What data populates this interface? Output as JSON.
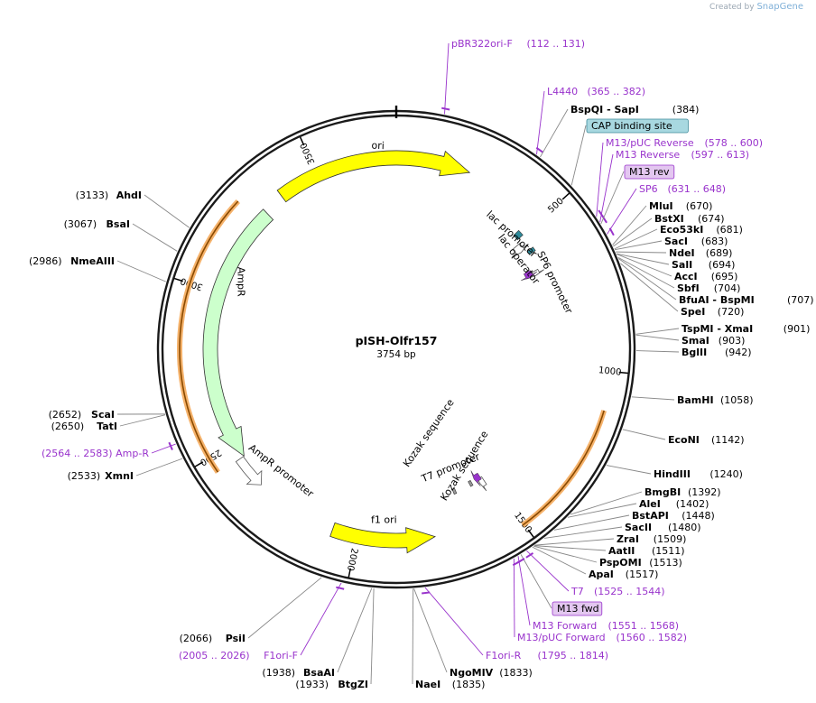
{
  "brand": {
    "prefix": "Created by",
    "name": "SnapGene"
  },
  "plasmid": {
    "name": "pISH-Olfr157",
    "size_label": "3754 bp",
    "length": 3754
  },
  "colors": {
    "backbone": "#1a1a1a",
    "feature_yellow": "#ffff00",
    "feature_green": "#ccffcc",
    "orf_orange": "#f5b26b",
    "primer_purple": "#9933cc",
    "promoter_white": "#ffffff",
    "cap_teal": "#a8d8e0",
    "operator_teal": "#2e8a9a"
  },
  "tick_labels": [
    "500",
    "1000",
    "1500",
    "2000",
    "2500",
    "3000",
    "3500"
  ],
  "features": [
    {
      "name": "ori",
      "label": "ori",
      "type": "arrow",
      "color": "#ffff00",
      "start": 3370,
      "end": 235
    },
    {
      "name": "AmpR",
      "label": "AmpR",
      "type": "arrow-ccw",
      "color": "#ccffcc",
      "start": 2450,
      "end": 3300
    },
    {
      "name": "f1-ori",
      "label": "f1 ori",
      "type": "arrow-ccw",
      "color": "#ffff00",
      "start": 1755,
      "end": 2080
    },
    {
      "name": "ampr-promoter",
      "label": "AmpR promoter",
      "type": "promoter",
      "start": 2345,
      "end": 2450
    },
    {
      "name": "orf-right",
      "label": "",
      "type": "orf",
      "start": 1110,
      "end": 1505
    },
    {
      "name": "orf-left",
      "label": "",
      "type": "orf",
      "start": 2455,
      "end": 3265
    },
    {
      "name": "lac-promoter",
      "label": "lac promoter",
      "type": "promoter",
      "start": 515,
      "end": 545
    },
    {
      "name": "lac-operator",
      "label": "lac operator",
      "type": "box",
      "start": 555,
      "end": 570
    },
    {
      "name": "cap-site",
      "label": "",
      "type": "box",
      "start": 478,
      "end": 500
    },
    {
      "name": "sp6-promoter",
      "label": "SP6 promoter",
      "type": "promoter",
      "start": 631,
      "end": 648
    },
    {
      "name": "t7-promoter",
      "label": "T7 promoter",
      "type": "promoter",
      "start": 1525,
      "end": 1544
    },
    {
      "name": "kozak-1",
      "label": "Kozak sequence",
      "type": "box",
      "start": 1570,
      "end": 1580
    },
    {
      "name": "kozak-2",
      "label": "Kozak sequence",
      "type": "box",
      "start": 1640,
      "end": 1650
    }
  ],
  "labels_right": [
    {
      "id": "pbr322ori-f",
      "name": "pBR322ori-F",
      "range": "(112 .. 131)",
      "kind": "primer",
      "pos": 121,
      "x": 0,
      "y": 0
    },
    {
      "id": "l4440",
      "name": "L4440",
      "range": "(365 .. 382)",
      "kind": "primer",
      "pos": 373
    },
    {
      "id": "bspqi-sapi",
      "name": "BspQI   - SapI",
      "range": "(384)",
      "kind": "enzyme",
      "pos": 384
    },
    {
      "id": "cap-binding-site",
      "name": "CAP binding site",
      "range": "",
      "kind": "boxed-teal",
      "pos": 489
    },
    {
      "id": "m13-puc-reverse",
      "name": "M13/pUC Reverse",
      "range": "(578 .. 600)",
      "kind": "primer",
      "pos": 589
    },
    {
      "id": "m13-reverse",
      "name": "M13 Reverse",
      "range": "(597 .. 613)",
      "kind": "primer",
      "pos": 605
    },
    {
      "id": "m13-rev",
      "name": "M13 rev",
      "range": "",
      "kind": "boxed-purple",
      "pos": 610
    },
    {
      "id": "sp6",
      "name": "SP6",
      "range": "(631 .. 648)",
      "kind": "primer",
      "pos": 640
    },
    {
      "id": "mlui",
      "name": "MluI",
      "range": "(670)",
      "kind": "enzyme",
      "pos": 670
    },
    {
      "id": "bstxi",
      "name": "BstXI",
      "range": "(674)",
      "kind": "enzyme",
      "pos": 674
    },
    {
      "id": "eco53ki",
      "name": "Eco53kI",
      "range": "(681)",
      "kind": "enzyme",
      "pos": 681
    },
    {
      "id": "saci",
      "name": "SacI",
      "range": "(683)",
      "kind": "enzyme",
      "pos": 683
    },
    {
      "id": "ndei",
      "name": "NdeI",
      "range": "(689)",
      "kind": "enzyme",
      "pos": 689
    },
    {
      "id": "sali",
      "name": "SalI",
      "range": "(694)",
      "kind": "enzyme",
      "pos": 694
    },
    {
      "id": "acci",
      "name": "AccI",
      "range": "(695)",
      "kind": "enzyme",
      "pos": 695
    },
    {
      "id": "sbfi",
      "name": "SbfI",
      "range": "(704)",
      "kind": "enzyme",
      "pos": 704
    },
    {
      "id": "bfuai-bspmi",
      "name": "BfuAI   - BspMI",
      "range": "(707)",
      "kind": "enzyme",
      "pos": 707
    },
    {
      "id": "spei",
      "name": "SpeI",
      "range": "(720)",
      "kind": "enzyme",
      "pos": 720
    },
    {
      "id": "tspmi-xmai",
      "name": "TspMI   - XmaI",
      "range": "(901)",
      "kind": "enzyme",
      "pos": 901
    },
    {
      "id": "smai",
      "name": "SmaI",
      "range": "(903)",
      "kind": "enzyme",
      "pos": 903
    },
    {
      "id": "bglii",
      "name": "BglII",
      "range": "(942)",
      "kind": "enzyme",
      "pos": 942
    },
    {
      "id": "bamhi",
      "name": "BamHI",
      "range": "(1058)",
      "kind": "enzyme",
      "pos": 1058
    },
    {
      "id": "econi",
      "name": "EcoNI",
      "range": "(1142)",
      "kind": "enzyme",
      "pos": 1142
    },
    {
      "id": "hindiii",
      "name": "HindIII",
      "range": "(1240)",
      "kind": "enzyme",
      "pos": 1240
    },
    {
      "id": "bmgbi",
      "name": "BmgBI",
      "range": "(1392)",
      "kind": "enzyme",
      "pos": 1392
    },
    {
      "id": "alei",
      "name": "AleI",
      "range": "(1402)",
      "kind": "enzyme",
      "pos": 1402
    },
    {
      "id": "bstapi",
      "name": "BstAPI",
      "range": "(1448)",
      "kind": "enzyme",
      "pos": 1448
    },
    {
      "id": "sacii",
      "name": "SacII",
      "range": "(1480)",
      "kind": "enzyme",
      "pos": 1480
    },
    {
      "id": "zrai",
      "name": "ZraI",
      "range": "(1509)",
      "kind": "enzyme",
      "pos": 1509
    },
    {
      "id": "aatii",
      "name": "AatII",
      "range": "(1511)",
      "kind": "enzyme",
      "pos": 1511
    },
    {
      "id": "pspomi",
      "name": "PspOMI",
      "range": "(1513)",
      "kind": "enzyme",
      "pos": 1513
    },
    {
      "id": "apai",
      "name": "ApaI",
      "range": "(1517)",
      "kind": "enzyme",
      "pos": 1517
    },
    {
      "id": "t7",
      "name": "T7",
      "range": "(1525 .. 1544)",
      "kind": "primer",
      "pos": 1534
    },
    {
      "id": "m13-fwd",
      "name": "M13 fwd",
      "range": "",
      "kind": "boxed-purple",
      "pos": 1551
    },
    {
      "id": "m13-forward",
      "name": "M13 Forward",
      "range": "(1551 .. 1568)",
      "kind": "primer",
      "pos": 1559
    },
    {
      "id": "m13-puc-forward",
      "name": "M13/pUC Forward",
      "range": "(1560 .. 1582)",
      "kind": "primer",
      "pos": 1571
    },
    {
      "id": "f1ori-r",
      "name": "F1ori-R",
      "range": "(1795 .. 1814)",
      "kind": "primer",
      "pos": 1805
    },
    {
      "id": "ngomiv",
      "name": "NgoMIV",
      "range": "(1833)",
      "kind": "enzyme",
      "pos": 1833
    },
    {
      "id": "naei",
      "name": "NaeI",
      "range": "(1835)",
      "kind": "enzyme",
      "pos": 1835
    }
  ],
  "labels_left": [
    {
      "id": "btgzi",
      "name": "BtgZI",
      "range": "(1933)",
      "kind": "enzyme",
      "pos": 1933
    },
    {
      "id": "bsaai",
      "name": "BsaAI",
      "range": "(1938)",
      "kind": "enzyme",
      "pos": 1938
    },
    {
      "id": "f1ori-f",
      "name": "F1ori-F",
      "range": "(2005 .. 2026)",
      "kind": "primer",
      "pos": 2015
    },
    {
      "id": "psii",
      "name": "PsiI",
      "range": "(2066)",
      "kind": "enzyme",
      "pos": 2066
    },
    {
      "id": "xmni",
      "name": "XmnI",
      "range": "(2533)",
      "kind": "enzyme",
      "pos": 2533
    },
    {
      "id": "amp-r",
      "name": "Amp-R",
      "range": "(2564 .. 2583)",
      "kind": "primer",
      "pos": 2573
    },
    {
      "id": "tati",
      "name": "TatI",
      "range": "(2650)",
      "kind": "enzyme",
      "pos": 2650
    },
    {
      "id": "scai",
      "name": "ScaI",
      "range": "(2652)",
      "kind": "enzyme",
      "pos": 2652
    },
    {
      "id": "nmeaiii",
      "name": "NmeAIII",
      "range": "(2986)",
      "kind": "enzyme",
      "pos": 2986
    },
    {
      "id": "bsai",
      "name": "BsaI",
      "range": "(3067)",
      "kind": "enzyme",
      "pos": 3067
    },
    {
      "id": "ahdi",
      "name": "AhdI",
      "range": "(3133)",
      "kind": "enzyme",
      "pos": 3133
    }
  ]
}
